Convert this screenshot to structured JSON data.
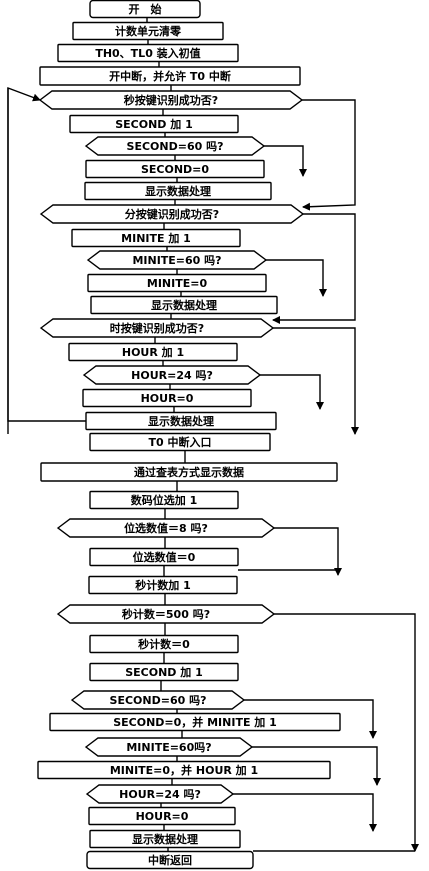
{
  "flowchart": {
    "nodes": [
      {
        "id": "start",
        "label": "开　始",
        "shape": "rounded"
      },
      {
        "id": "n1",
        "label": "计数单元清零",
        "shape": "rect"
      },
      {
        "id": "n2",
        "label": "TH0、TL0 装入初值",
        "shape": "rect"
      },
      {
        "id": "n3",
        "label": "开中断，并允许 T0 中断",
        "shape": "rect"
      },
      {
        "id": "d1",
        "label": "秒按键识别成功否?",
        "shape": "hex"
      },
      {
        "id": "n4",
        "label": "SECOND 加 1",
        "shape": "rect"
      },
      {
        "id": "d2",
        "label": "SECOND=60 吗?",
        "shape": "hex"
      },
      {
        "id": "n5",
        "label": "SECOND=0",
        "shape": "rect"
      },
      {
        "id": "n6",
        "label": "显示数据处理",
        "shape": "rect"
      },
      {
        "id": "d3",
        "label": "分按键识别成功否?",
        "shape": "hex"
      },
      {
        "id": "n7",
        "label": "MINITE 加 1",
        "shape": "rect"
      },
      {
        "id": "d4",
        "label": "MINITE=60 吗?",
        "shape": "hex"
      },
      {
        "id": "n8",
        "label": "MINITE=0",
        "shape": "rect"
      },
      {
        "id": "n9",
        "label": "显示数据处理",
        "shape": "rect"
      },
      {
        "id": "d5",
        "label": "时按键识别成功否?",
        "shape": "hex"
      },
      {
        "id": "n10",
        "label": "HOUR 加 1",
        "shape": "rect"
      },
      {
        "id": "d6",
        "label": "HOUR=24 吗?",
        "shape": "hex"
      },
      {
        "id": "n11",
        "label": "HOUR=0",
        "shape": "rect"
      },
      {
        "id": "n12",
        "label": "显示数据处理",
        "shape": "rect"
      },
      {
        "id": "t0",
        "label": "T0 中断入口",
        "shape": "rect"
      },
      {
        "id": "n13",
        "label": "通过查表方式显示数据",
        "shape": "rect"
      },
      {
        "id": "n14",
        "label": "数码位选加 1",
        "shape": "rect"
      },
      {
        "id": "d7",
        "label": "位选数值＝8 吗?",
        "shape": "hex"
      },
      {
        "id": "n15",
        "label": "位选数值＝0",
        "shape": "rect"
      },
      {
        "id": "n16",
        "label": "秒计数加 1",
        "shape": "rect"
      },
      {
        "id": "d8",
        "label": "秒计数＝500 吗?",
        "shape": "hex"
      },
      {
        "id": "n17",
        "label": "秒计数＝0",
        "shape": "rect"
      },
      {
        "id": "n18",
        "label": "SECOND 加 1",
        "shape": "rect"
      },
      {
        "id": "d9",
        "label": "SECOND=60 吗?",
        "shape": "hex"
      },
      {
        "id": "n19",
        "label": "SECOND=0，并 MINITE 加 1",
        "shape": "rect"
      },
      {
        "id": "d10",
        "label": "MINITE=60吗?",
        "shape": "hex"
      },
      {
        "id": "n20",
        "label": "MINITE=0，并 HOUR 加 1",
        "shape": "rect"
      },
      {
        "id": "d11",
        "label": "HOUR=24 吗?",
        "shape": "hex"
      },
      {
        "id": "n21",
        "label": "HOUR=0",
        "shape": "rect"
      },
      {
        "id": "n22",
        "label": "显示数据处理",
        "shape": "rect"
      },
      {
        "id": "end",
        "label": "中断返回",
        "shape": "rounded"
      }
    ]
  }
}
